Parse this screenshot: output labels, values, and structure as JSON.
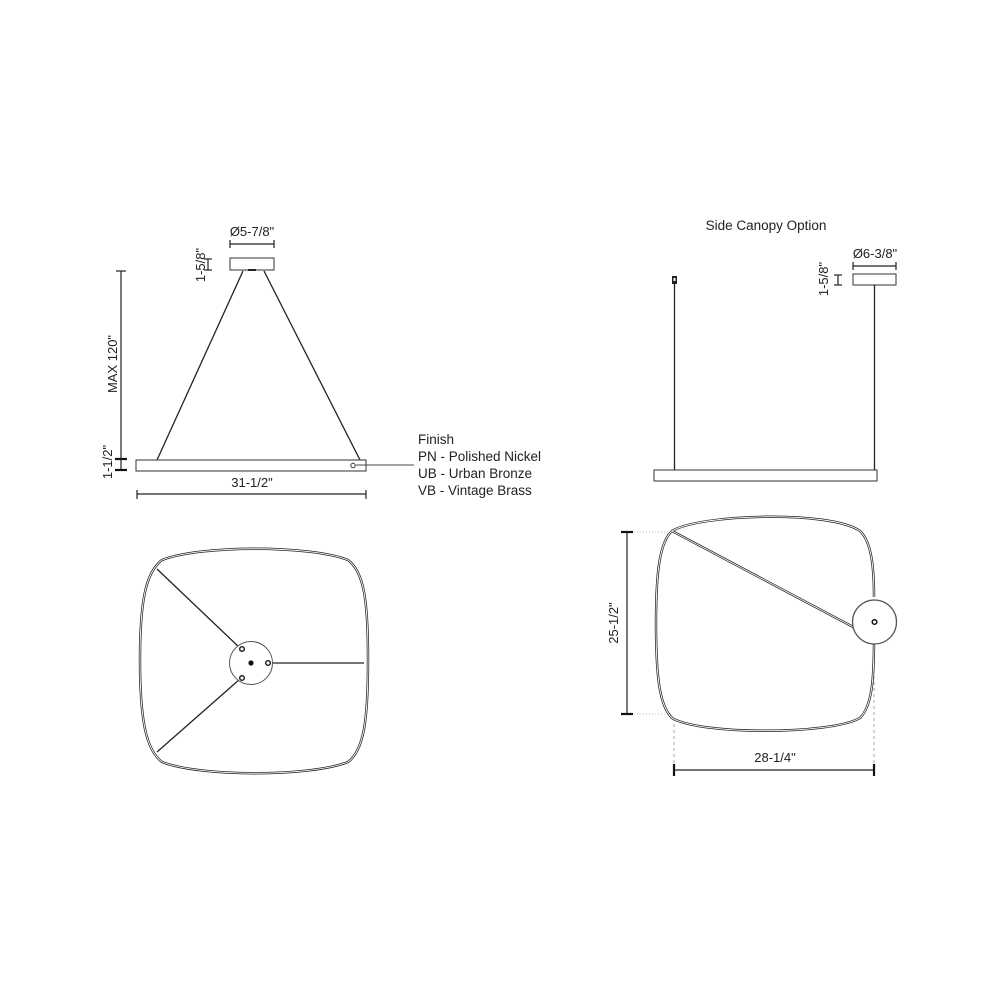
{
  "main_view": {
    "canopy_diameter": "Ø5-7/8\"",
    "canopy_height": "1-5/8\"",
    "max_height": "MAX 120\"",
    "ring_height": "1-1/2\"",
    "width": "31-1/2\""
  },
  "finish": {
    "title": "Finish",
    "options": [
      "PN - Polished Nickel",
      "UB - Urban Bronze",
      "VB - Vintage Brass"
    ]
  },
  "side_canopy": {
    "title": "Side Canopy Option",
    "canopy_diameter": "Ø6-3/8\"",
    "canopy_height": "1-5/8\"",
    "depth": "25-1/2\"",
    "width": "28-1/4\""
  }
}
